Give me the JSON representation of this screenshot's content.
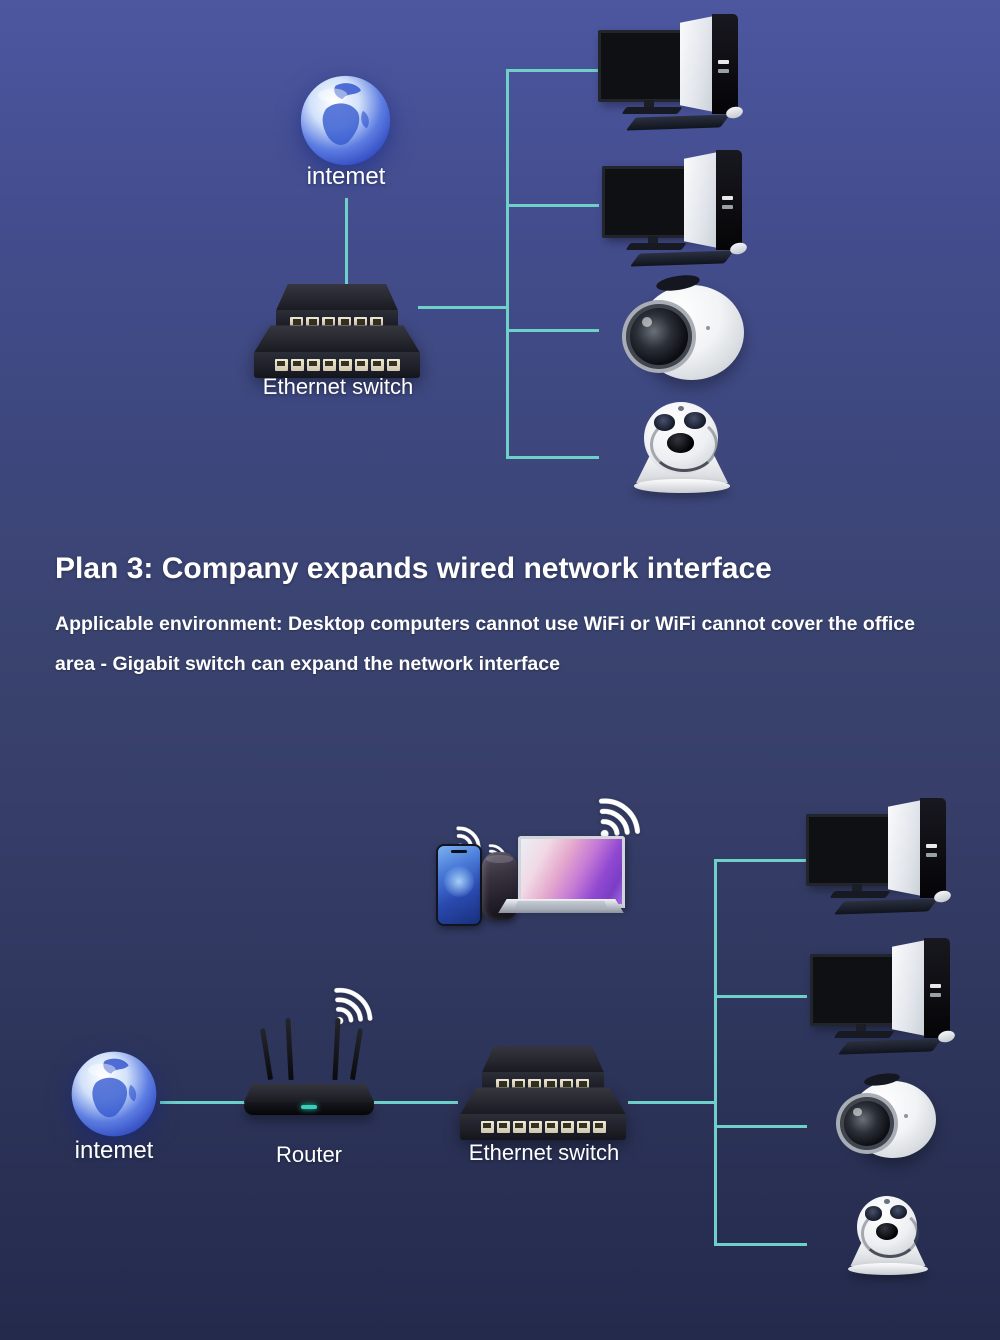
{
  "colors": {
    "background_top": "#4d57a0",
    "background_middle": "#3a436f",
    "background_bottom": "#242a4c",
    "connection_line": "#6fd0c9",
    "text": "#ffffff"
  },
  "heading": {
    "title": "Plan 3: Company expands wired network interface",
    "description_line_1": "Applicable environment: Desktop computers cannot use WiFi or WiFi cannot cover the office",
    "description_line_2": "area - Gigabit switch can expand the network interface"
  },
  "diagram_top": {
    "internet_label": "intemet",
    "switch_label": "Ethernet switch",
    "devices": [
      "desktop-computer",
      "desktop-computer",
      "360-camera",
      "dome-camera"
    ],
    "icons": [
      "internet-globe-icon"
    ]
  },
  "diagram_bottom": {
    "internet_label": "intemet",
    "router_label": "Router",
    "switch_label": "Ethernet switch",
    "wifi_devices": [
      "smartphone",
      "smart-speaker",
      "laptop"
    ],
    "devices": [
      "desktop-computer",
      "desktop-computer",
      "360-camera",
      "dome-camera"
    ],
    "icons": [
      "internet-globe-icon",
      "wifi-icon",
      "wifi-icon",
      "wifi-icon",
      "wifi-icon"
    ]
  }
}
